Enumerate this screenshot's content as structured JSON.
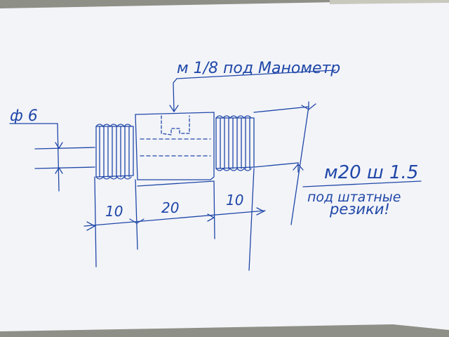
{
  "diagram": {
    "ink_color": "#1f47a8",
    "paper_color": "#f4f5f9",
    "background_color": "#8e8f86",
    "top_label": "м 1/8 под Манометр",
    "diameter_label": "ф 6",
    "thread_label": "м20 ш 1.5",
    "note_line_1": "под штатные",
    "note_line_2": "резики!",
    "dimensions": [
      "10",
      "20",
      "10"
    ]
  }
}
